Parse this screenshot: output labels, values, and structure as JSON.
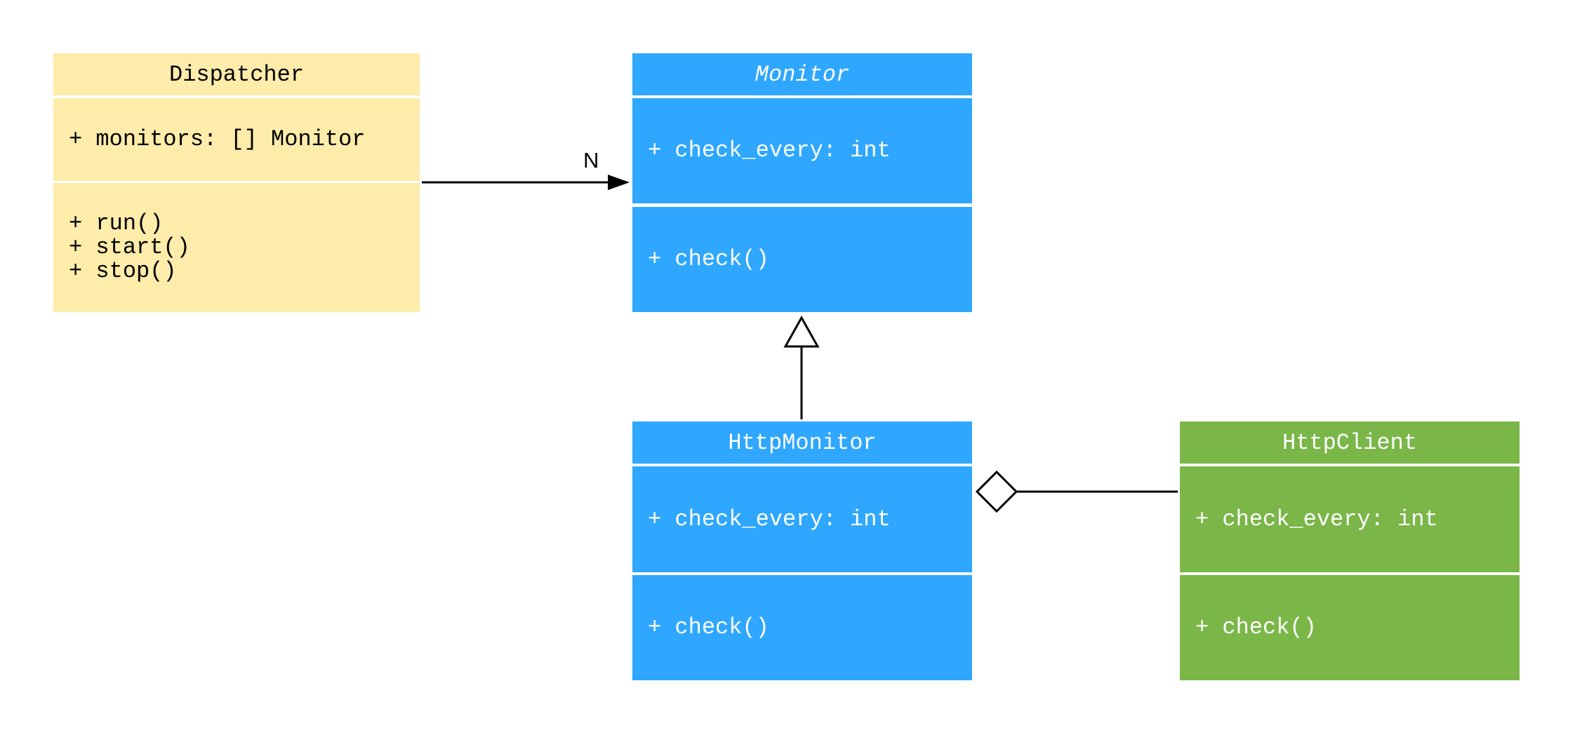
{
  "classes": {
    "dispatcher": {
      "name": "Dispatcher",
      "attributes": "+ monitors: [] Monitor",
      "methods": "+ run()\n+ start()\n+ stop()",
      "color": "#feecaa"
    },
    "monitor": {
      "name": "Monitor",
      "abstract": true,
      "attributes": "+ check_every: int",
      "methods": "+ check()",
      "color": "#2fa7fe"
    },
    "http_monitor": {
      "name": "HttpMonitor",
      "attributes": "+ check_every: int",
      "methods": "+ check()",
      "color": "#2fa7fe"
    },
    "http_client": {
      "name": "HttpClient",
      "attributes": "+ check_every: int",
      "methods": "+ check()",
      "color": "#7ab648"
    }
  },
  "relations": {
    "association": {
      "from": "Dispatcher",
      "to": "Monitor",
      "multiplicity": "N"
    },
    "inheritance": {
      "from": "HttpMonitor",
      "to": "Monitor"
    },
    "aggregation": {
      "whole": "HttpMonitor",
      "part": "HttpClient"
    }
  }
}
